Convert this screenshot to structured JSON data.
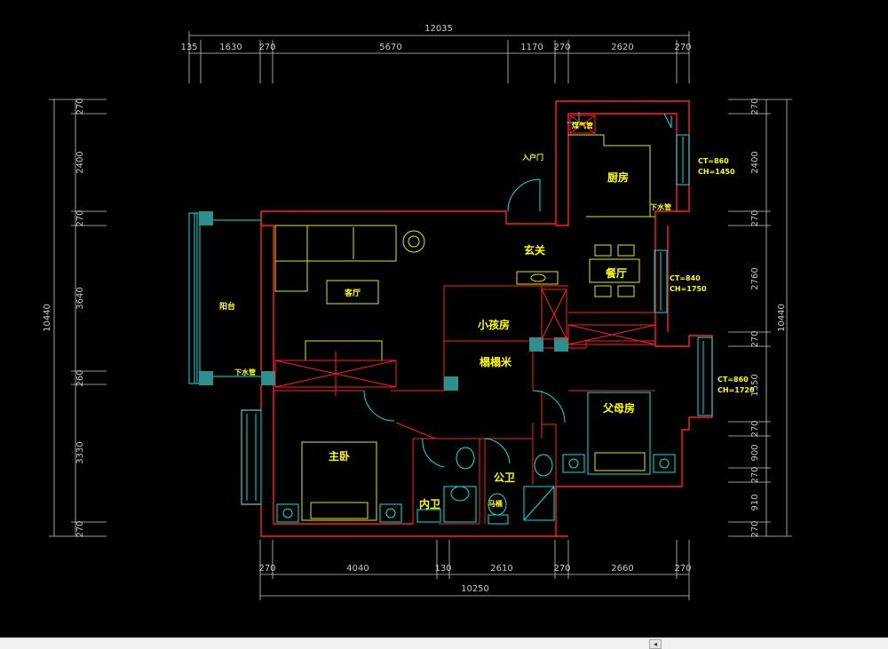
{
  "top_dims": {
    "total": "12035",
    "segments": [
      "135",
      "1630",
      "270",
      "5670",
      "1170",
      "270",
      "2620",
      "270"
    ]
  },
  "bottom_dims": {
    "total": "10250",
    "segments": [
      "270",
      "4040",
      "130",
      "2610",
      "270",
      "2660",
      "270"
    ]
  },
  "left_dims": {
    "total": "10440",
    "segments": [
      "270",
      "2400",
      "270",
      "3640",
      "260",
      "3330",
      "270"
    ]
  },
  "right_dims": {
    "total": "10440",
    "segments": [
      "270",
      "2400",
      "270",
      "2760",
      "270",
      "1550",
      "270",
      "900",
      "270",
      "910",
      "270"
    ]
  },
  "rooms": {
    "kitchen": "厨房",
    "living": "客厅",
    "foyer": "玄关",
    "dining": "餐厅",
    "kids_room": "小孩房",
    "tatami": "榻榻米",
    "balcony": "阳台",
    "master_bedroom": "主卧",
    "parents_room": "父母房",
    "ensuite_bath": "内卫",
    "public_bath": "公卫"
  },
  "notes": {
    "gas_pipe": "煤气管",
    "entry_door": "入户门",
    "drain_kitchen": "下水管",
    "drain_balcony": "下水管",
    "toilet": "马桶"
  },
  "window_specs": {
    "kitchen": [
      "CT=860",
      "CH=1450"
    ],
    "dining": [
      "CT=840",
      "CH=1750"
    ],
    "parents": [
      "CT=860",
      "CH=1720"
    ]
  },
  "colors": {
    "background": "#000000",
    "wall": "#ff2020",
    "furniture": "#e6e600",
    "window": "#00e5e5",
    "column": "#2f8f8f",
    "dimension": "#c8c8c8",
    "label": "#ffff00"
  },
  "scrollbar": {
    "left_arrow_icon": "◂"
  }
}
